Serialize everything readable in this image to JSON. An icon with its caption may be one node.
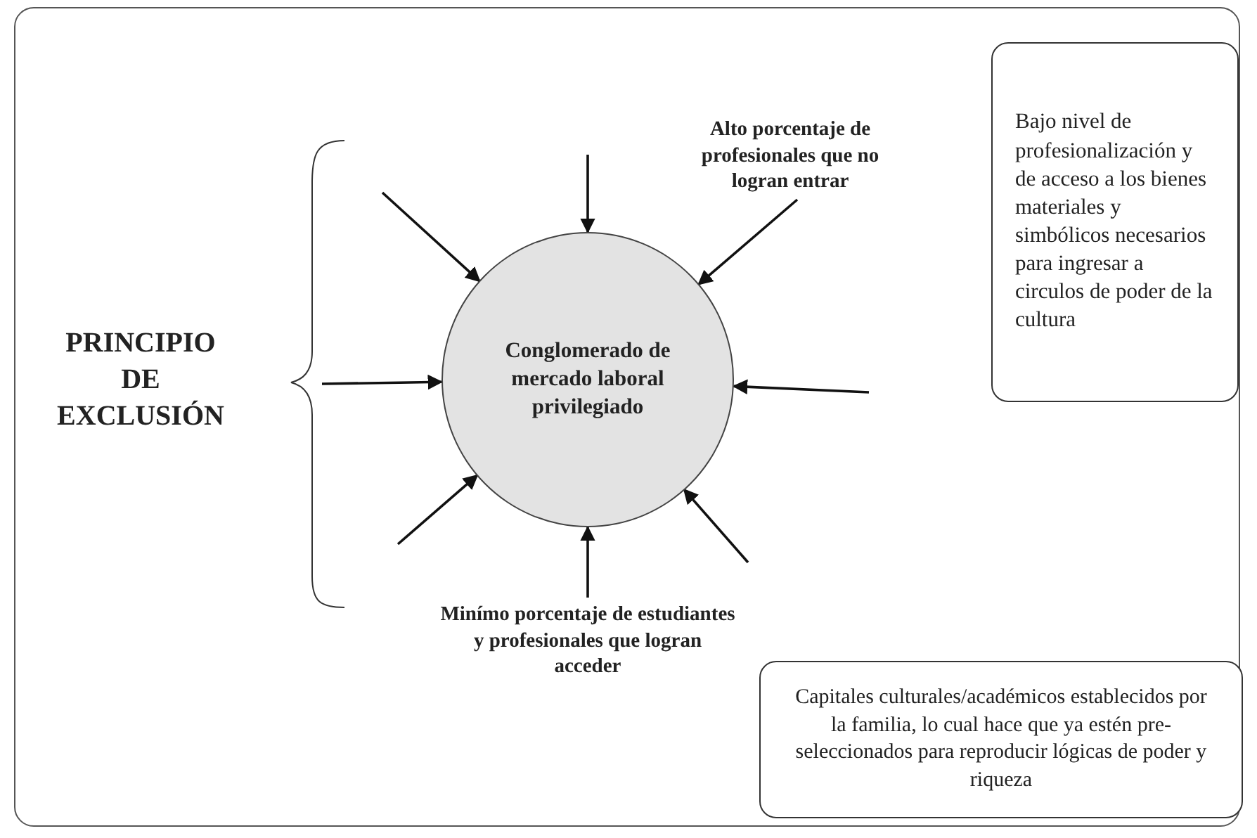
{
  "diagram": {
    "nodes": [
      {
        "text": [
          "PRINCIPIO DE EXCLUSIÓN"
        ]
      },
      {
        "text": [
          "Conglomerado de mercado laboral privilegiado"
        ]
      },
      {
        "text": [
          "Alto porcentaje de profesionales que no logran entrar"
        ]
      },
      {
        "text": [
          "Minímo porcentaje de estudiantes y profesionales que logran acceder"
        ]
      },
      {
        "text": [
          "Bajo nivel de profesionalización y de acceso a los bienes materiales y simbólicos necesarios para ingresar a circulos de poder de la cultura"
        ]
      },
      {
        "text": [
          "Capitales culturales/académicos establecidos por la familia, lo cual hace que ya estén pre-seleccionados para reproducir lógicas de poder y riqueza"
        ]
      }
    ],
    "edges": [
      {
        "from": null,
        "to": 1,
        "arrow": "to"
      },
      {
        "from": null,
        "to": 1,
        "arrow": "to"
      },
      {
        "from": null,
        "to": 1,
        "arrow": "to"
      },
      {
        "from": null,
        "to": 1,
        "arrow": "to"
      },
      {
        "from": 3,
        "to": 1,
        "arrow": "to"
      },
      {
        "from": null,
        "to": 1,
        "arrow": "to"
      },
      {
        "from": null,
        "to": 1,
        "arrow": "to"
      },
      {
        "from": 2,
        "to": 1,
        "arrow": "to"
      }
    ]
  }
}
